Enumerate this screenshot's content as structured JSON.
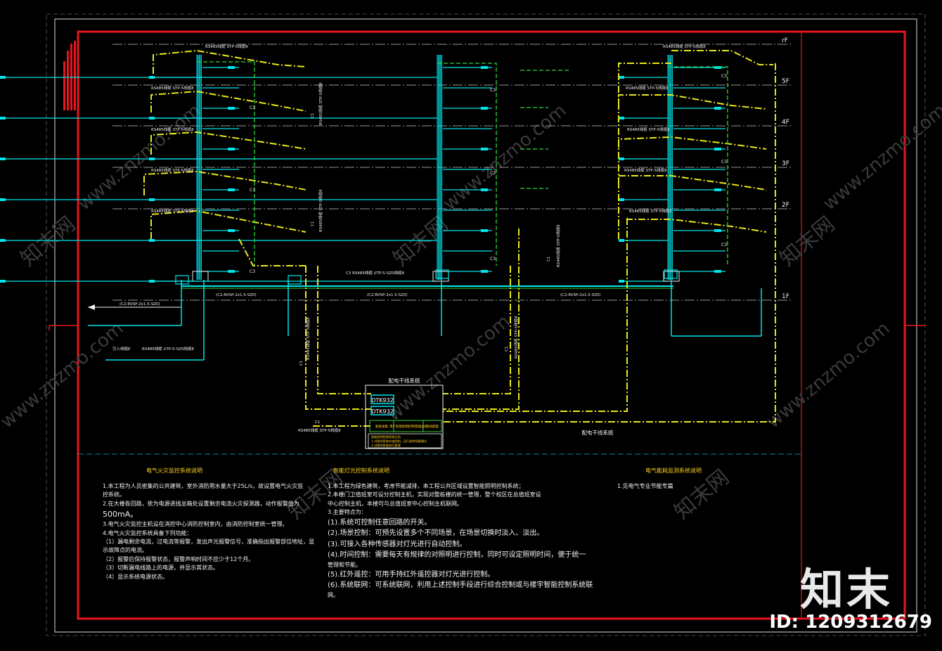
{
  "floors": [
    {
      "label": "rF"
    },
    {
      "label": "5F"
    },
    {
      "label": "4F"
    },
    {
      "label": "3F"
    },
    {
      "label": "2F"
    },
    {
      "label": "1F"
    }
  ],
  "cable_labels": {
    "rs485_stp": "RS485线缆 STP-5线缆8",
    "c1": "C1",
    "c3": "C3",
    "c1_v": "RS485线缆 STP-5线缆8",
    "bus_mid": "C3 RS485线缆 UTP-5-SZ0线缆8",
    "trunk_1": "(C2:RVSP-2x1.5-SZ0)",
    "trunk_2": "(C2:RVSP-2x1.5-SZ0)",
    "trunk_3": "(C2:RVSP-2x1.5-SZ0)",
    "arrow_out": "(C2:RVSP-2x1.5-SZ0)",
    "bottom_left": "RS485线缆 UTP-5-SZ0线缆8",
    "bottom_left_pre": "引入线缆E",
    "bottom_arrow": "RS485线缆 STP-5线缆8",
    "bottom_c1": "C1"
  },
  "controller": {
    "title": "配电干线系统",
    "unit1": "DTK932",
    "unit2": "DTK932",
    "subtitle": "配电干线系统"
  },
  "sections": [
    {
      "title": "电气火灾监控系统说明",
      "lines": [
        "1.本工程为人员密集的公共建筑，室外消防用水量大于25L/s，故设置电气火灾监",
        "控系统。",
        "2.在大楼各回路，依为电源进线总箱处设置剩余电流火灾探测器，动作报警值为",
        "500mA。",
        "3.电气火灾监控主机设在消控中心消防控制室内，由消防控制室统一管理。",
        "4.电气火灾监控系统具备下列功能：",
        "（1）漏电剩余电流，过电流等报警，发出声光报警信号，准确指出报警部位地址，显",
        "示故障点的电流。",
        "（2）报警后保持报警状态，报警声响时间不应少于12个月。",
        "（3）切断漏电线路上的电源，并显示其状态。",
        "（4）显示系统电源状态。"
      ]
    },
    {
      "title": "智能灯光控制系统说明",
      "lines": [
        "1.本工程为绿色建筑，考虑节能减排，本工程公共区域设置智能照明控制系统；",
        "2.本楼门卫值班室可设分控制主机，实现对整栋楼的统一管理，整个校区在总值班室设",
        "中心控制主机，本楼可与总值班室中心控制主机联网。",
        "3.主要特点为：",
        "(1).系统可控制任意回路的开关。",
        "(2).场景控制：可预先设置多个不同场景，在场景切换时淡入、淡出。",
        "(3).可接入各种传感器对灯光进行自动控制。",
        "(4).时间控制：需要每天有规律的对照明进行控制，同时可设定照明时间，便于统一",
        "管理和节能。",
        "(5).红外遥控：可用手持红外遥控器对灯光进行控制。",
        "(6).系统联网：可系统联网，利用上述控制手段进行综合控制或与楼宇智能控制系统联",
        "网。"
      ]
    },
    {
      "title": "电气能耗监测系统说明",
      "lines": [
        "1.见电气专业节能专篇"
      ]
    }
  ],
  "legend_box": {
    "cells": [
      "能耗采集",
      "用户智能照明控制管理主机",
      "系统配套"
    ],
    "note_lines": [
      "智能照明控制系统主机",
      "1.对照明系统实施控制，运行各种场景模式",
      "2.对照明系统进行管理"
    ]
  },
  "watermark": {
    "logo": "知末",
    "id": "ID: 1209312679",
    "site": "www.znzmo.com",
    "cn": "知末网"
  },
  "colors": {
    "background": "#000000",
    "frame_red": "#e8141e",
    "riser_cyan": "#00e5ea",
    "cable_yellow": "#e8e81c",
    "cable_green": "#2fd63a",
    "floor_line": "#c8c8c8",
    "text_white": "#f2f2f2",
    "text_yellow": "#ffd21f"
  }
}
